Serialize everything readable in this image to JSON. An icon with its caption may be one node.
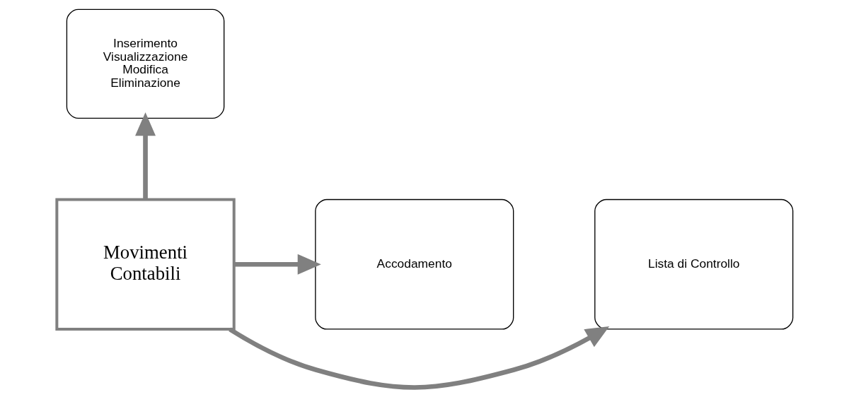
{
  "diagram": {
    "nodes": [
      {
        "text": [
          "Movimenti Contabili"
        ]
      },
      {
        "text": [
          "Inserimento Visualizzazione Modifica Eliminazione"
        ]
      },
      {
        "text": [
          "Lista di Controllo"
        ]
      },
      {
        "text": [
          "Accodamento"
        ]
      }
    ],
    "edges": [
      {
        "from": 0,
        "to": 1,
        "arrow": "to"
      },
      {
        "from": 0,
        "to": 2,
        "arrow": "to"
      },
      {
        "from": 0,
        "to": 3,
        "arrow": "to"
      }
    ]
  }
}
